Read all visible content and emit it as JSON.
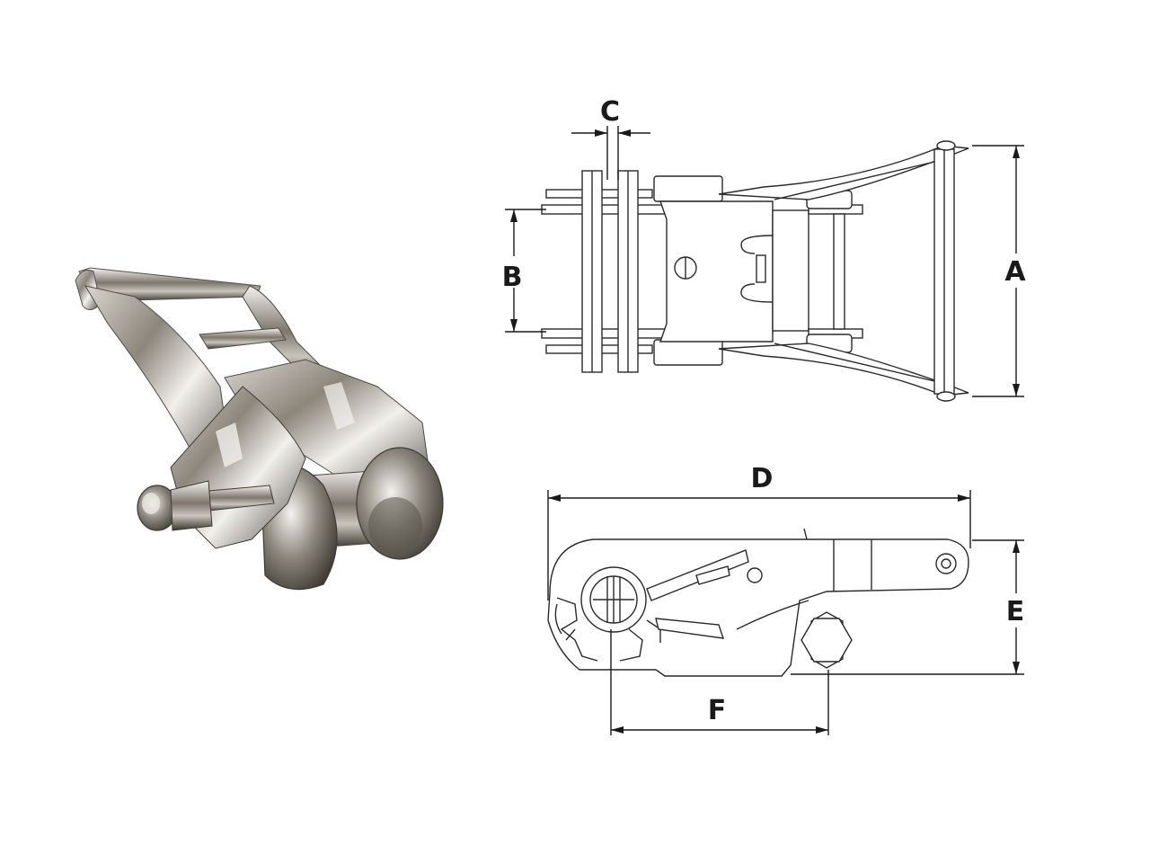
{
  "dimension_labels": {
    "a": "A",
    "b": "B",
    "c": "C",
    "d": "D",
    "e": "E",
    "f": "F"
  },
  "colors": {
    "background": "#ffffff",
    "line": "#2a2a2a",
    "metal_light": "#e8e6e1",
    "metal_mid": "#9a9488",
    "metal_dark": "#3e3a33"
  }
}
